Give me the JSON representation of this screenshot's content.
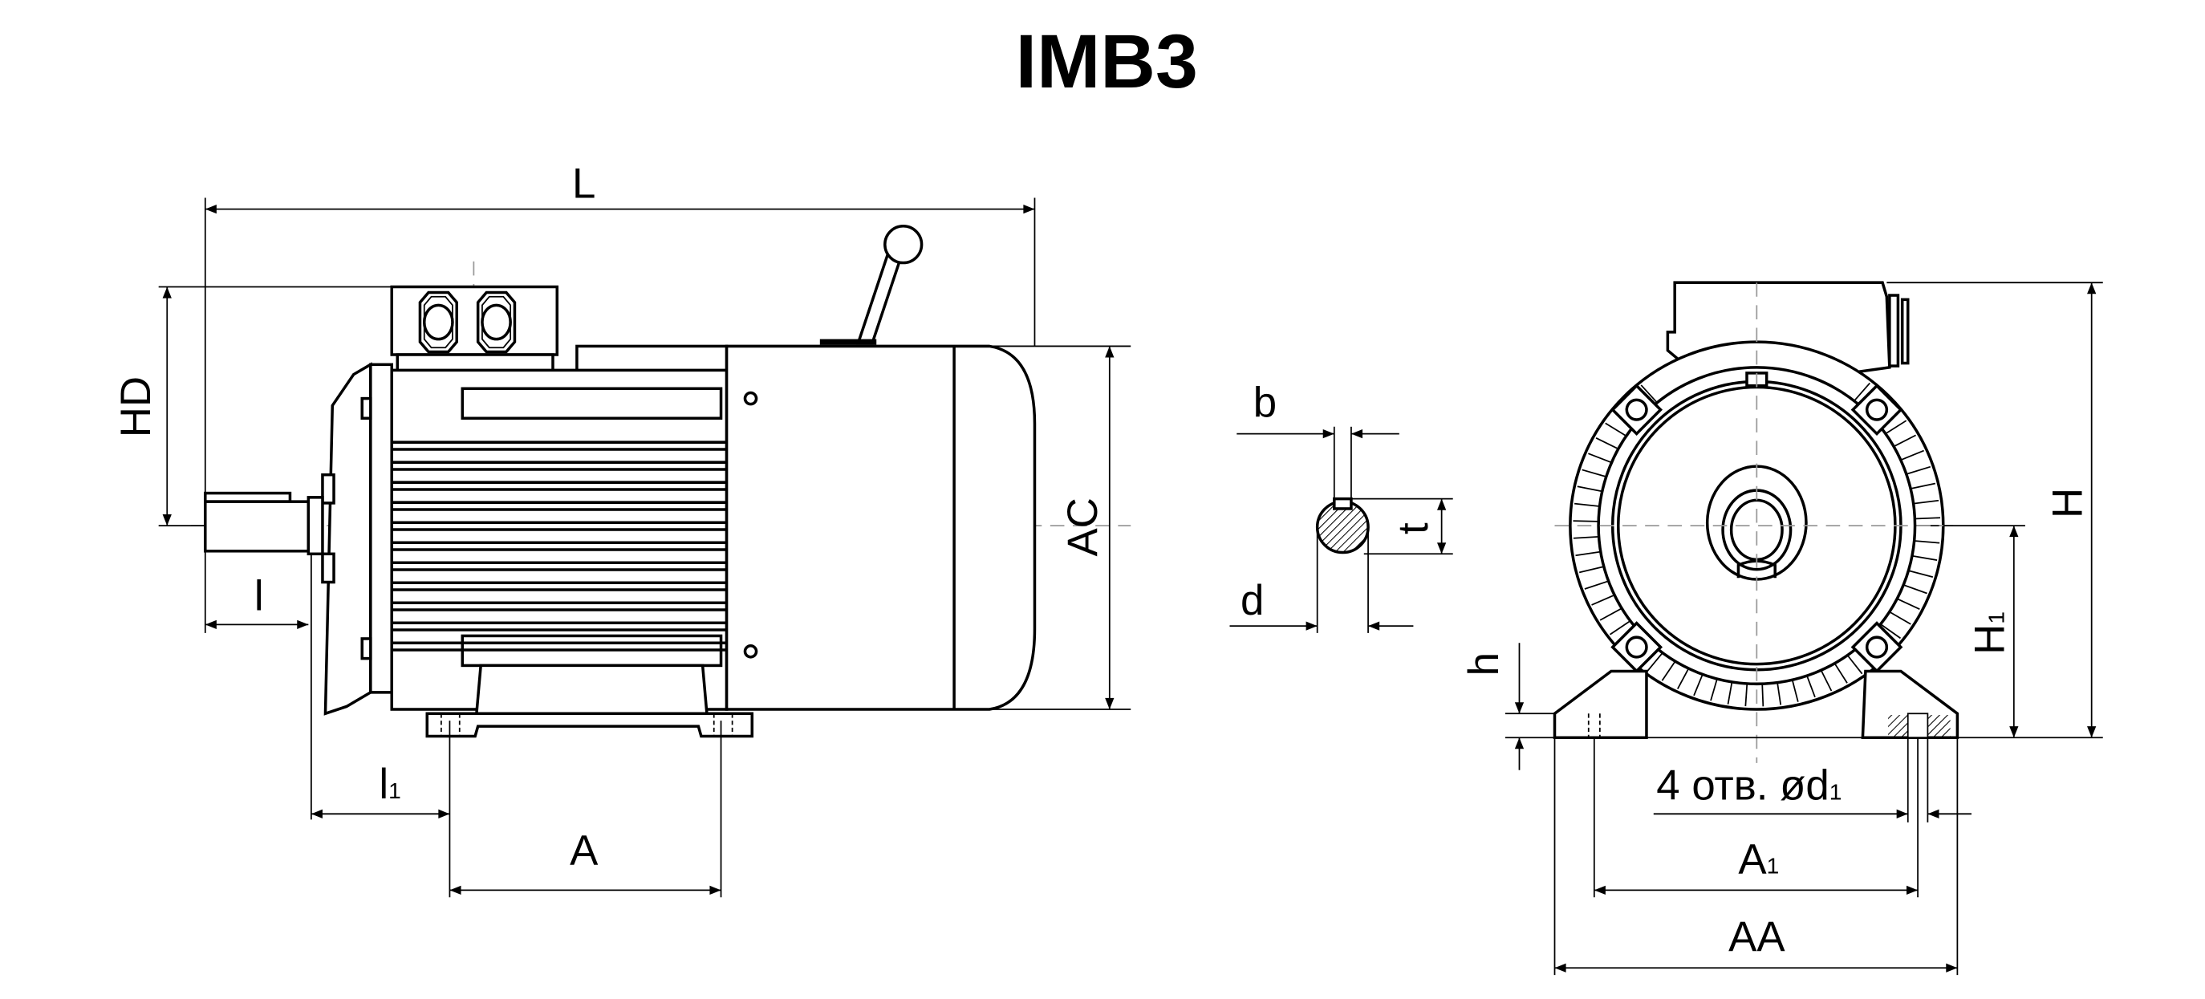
{
  "title": "IMB3",
  "dimensions": {
    "L": "L",
    "HD": "HD",
    "AC": "AC",
    "l": "l",
    "l1": "l",
    "l1_sub": "1",
    "A": "A",
    "b": "b",
    "t": "t",
    "d": "d",
    "h": "h",
    "H": "H",
    "H1": "H",
    "H1_sub": "1",
    "holes": "4 отв. ød",
    "holes_sub": "1",
    "A1": "A",
    "A1_sub": "1",
    "AA": "AA"
  }
}
